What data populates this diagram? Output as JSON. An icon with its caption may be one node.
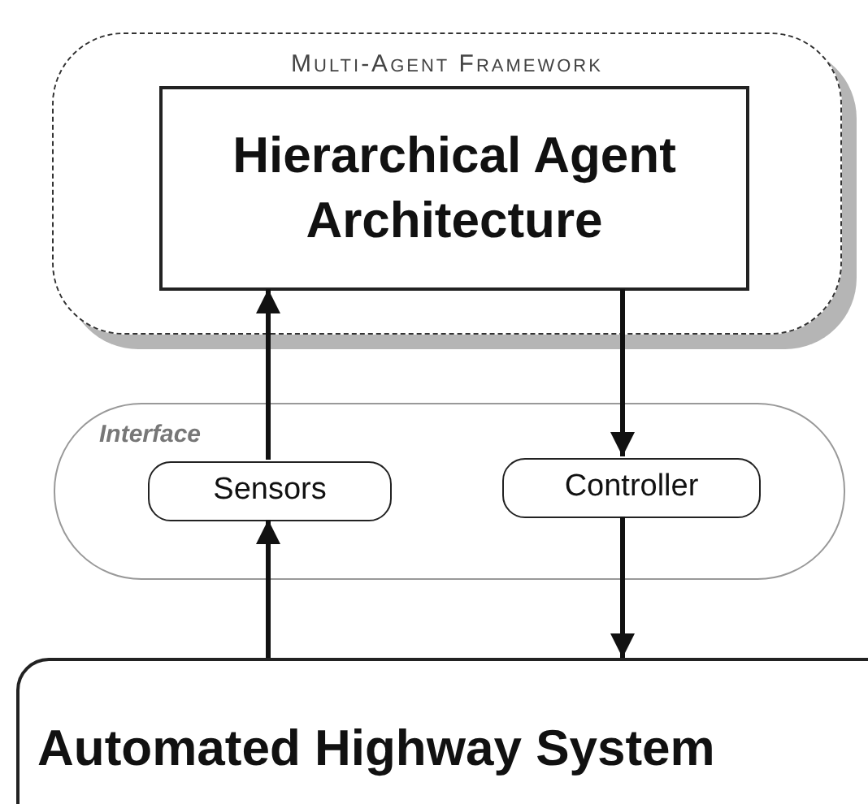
{
  "diagram": {
    "nodes": [
      {
        "text": [
          "Multi-Agent Framework"
        ]
      },
      {
        "text": [
          "Hierarchical Agent Architecture"
        ],
        "in": 0
      },
      {
        "text": [
          "Interface"
        ]
      },
      {
        "text": [
          "Sensors"
        ],
        "in": 2
      },
      {
        "text": [
          "Controller"
        ],
        "in": 2
      },
      {
        "text": [
          "Automated Highway System"
        ]
      }
    ],
    "edges": [
      {
        "from": 3,
        "to": 1,
        "arrow": "to"
      },
      {
        "from": 1,
        "to": 4,
        "arrow": "to"
      },
      {
        "from": 5,
        "to": 3,
        "arrow": "to"
      },
      {
        "from": 4,
        "to": 5,
        "arrow": "to"
      }
    ]
  }
}
